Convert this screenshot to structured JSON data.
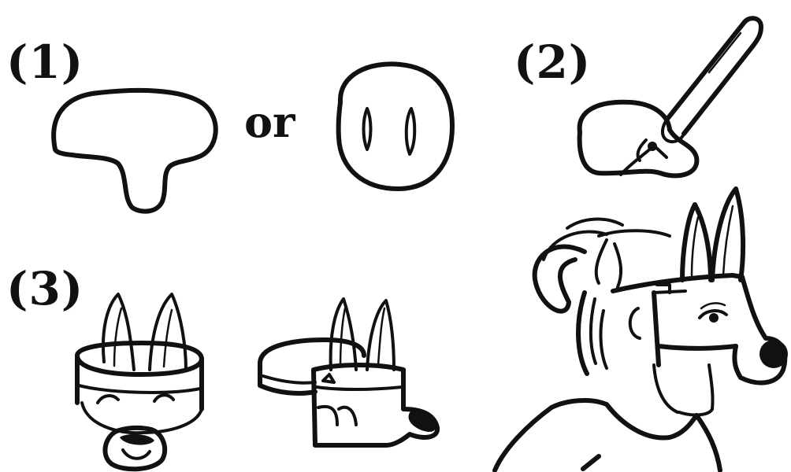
{
  "labels": {
    "step1": "(1)",
    "step2": "(2)",
    "step3": "(3)",
    "or": "or"
  },
  "colors": {
    "ink": "#111111",
    "background": "#ffffff"
  }
}
